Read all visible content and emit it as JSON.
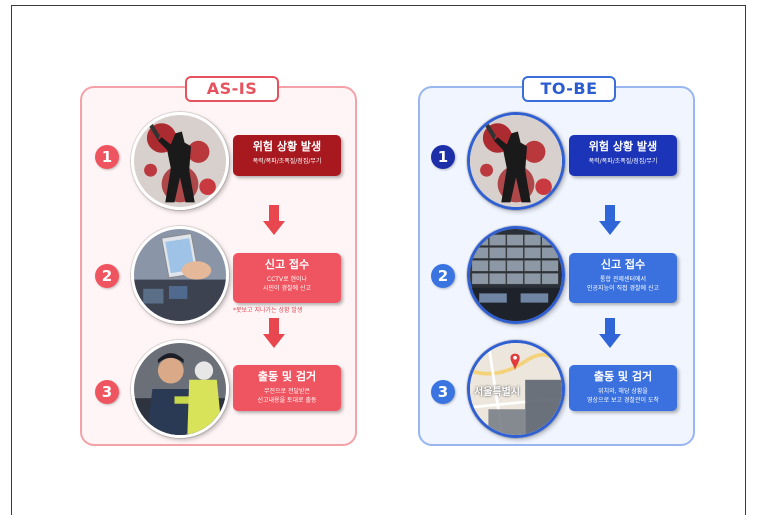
{
  "asis": {
    "tag": "AS-IS",
    "steps": [
      {
        "num": "1",
        "title": "위험 상황 발생",
        "desc": "폭력/폭파/조폭질/점집/무기"
      },
      {
        "num": "2",
        "title": "신고 접수",
        "desc": "CCTV로 현이나\n시민이 경찰에 신고"
      },
      {
        "num": "3",
        "title": "출동 및 검거",
        "desc": "무전으로 전달받은\n신고내용을 토대로 출동"
      }
    ],
    "note": "*못보고 지나가는 상황 발생",
    "colors": {
      "dark": "#a8191f",
      "light": "#ef5560",
      "arrow": "#e9474f",
      "num": "#ef5560"
    }
  },
  "tobe": {
    "tag": "TO-BE",
    "steps": [
      {
        "num": "1",
        "title": "위험 상황 발생",
        "desc": "폭력/폭파/조폭질/점집/무기"
      },
      {
        "num": "2",
        "title": "신고 접수",
        "desc": "통합 관제센터에서\n인공지능이 직접 경찰에 신고"
      },
      {
        "num": "3",
        "title": "출동 및 검거",
        "desc": "위치와, 해당 상황을\n영상으로 보고 경찰관이 도착"
      }
    ],
    "map_label": "서울특별시",
    "colors": {
      "dark": "#1c35b8",
      "light": "#3a71de",
      "arrow": "#2f65d6",
      "num_dark": "#1d2fa8",
      "num_light": "#3a74e0"
    }
  }
}
